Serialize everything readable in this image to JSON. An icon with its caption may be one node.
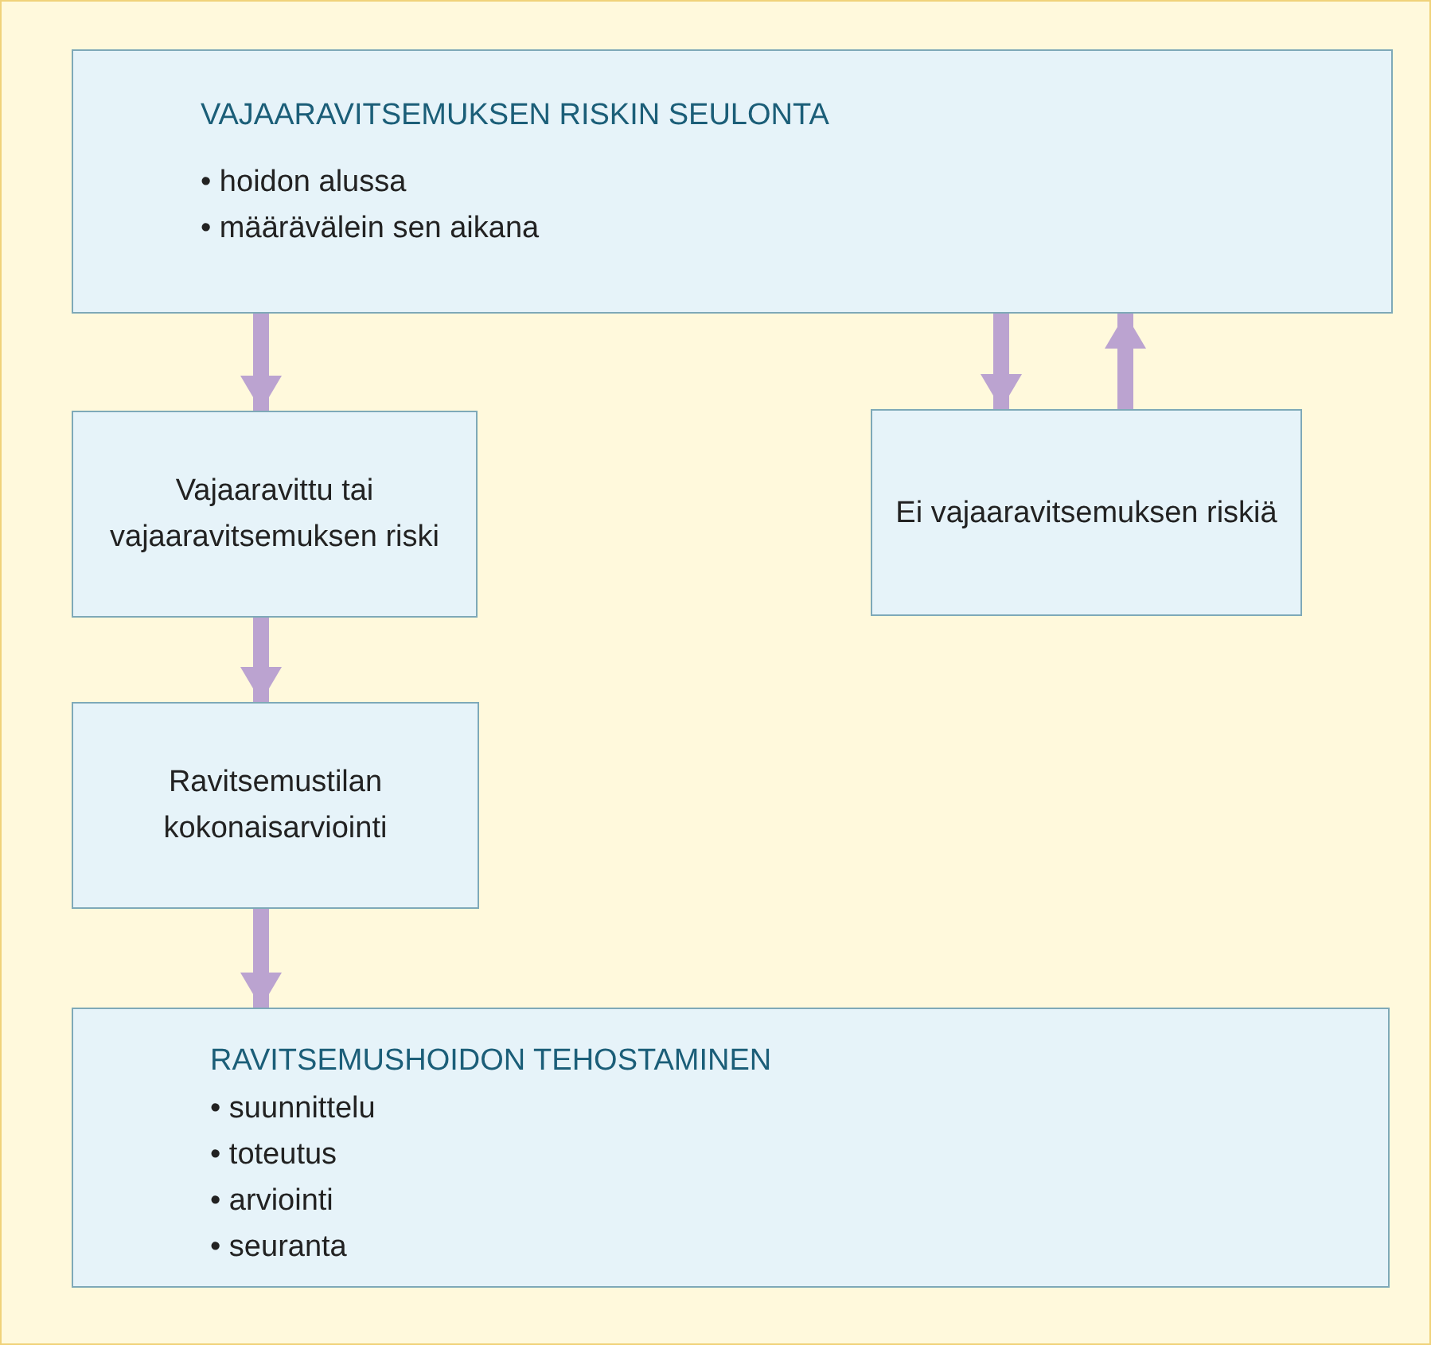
{
  "diagram": {
    "nodes": [
      {
        "text": [
          "VAJAARAVITSEMUKSEN RISKIN SEULONTA",
          "• hoidon alussa",
          "• määrävälein sen aikana"
        ]
      },
      {
        "text": [
          "Vajaaravittu tai vajaaravitsemuksen riski"
        ]
      },
      {
        "text": [
          "Ei vajaaravitsemuksen riskiä"
        ]
      },
      {
        "text": [
          "Ravitsemustilan kokonaisarviointi"
        ]
      },
      {
        "text": [
          "RAVITSEMUSHOIDON TEHOSTAMINEN",
          "• suunnittelu",
          "• toteutus",
          "• arviointi",
          "• seuranta"
        ]
      }
    ],
    "edges": [
      {
        "from": 0,
        "to": 1,
        "arrow": "to"
      },
      {
        "from": 0,
        "to": 2,
        "arrow": "to"
      },
      {
        "from": 2,
        "to": 0,
        "arrow": "to"
      },
      {
        "from": 1,
        "to": 3,
        "arrow": "to"
      },
      {
        "from": 3,
        "to": 4,
        "arrow": "to"
      }
    ]
  }
}
